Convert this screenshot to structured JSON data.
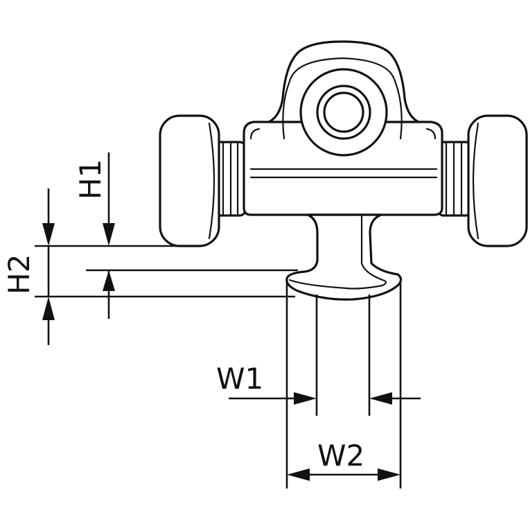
{
  "labels": {
    "h1": "H1",
    "h2": "H2",
    "w1": "W1",
    "w2": "W2"
  },
  "colors": {
    "line": "#111111",
    "background": "#ffffff"
  }
}
